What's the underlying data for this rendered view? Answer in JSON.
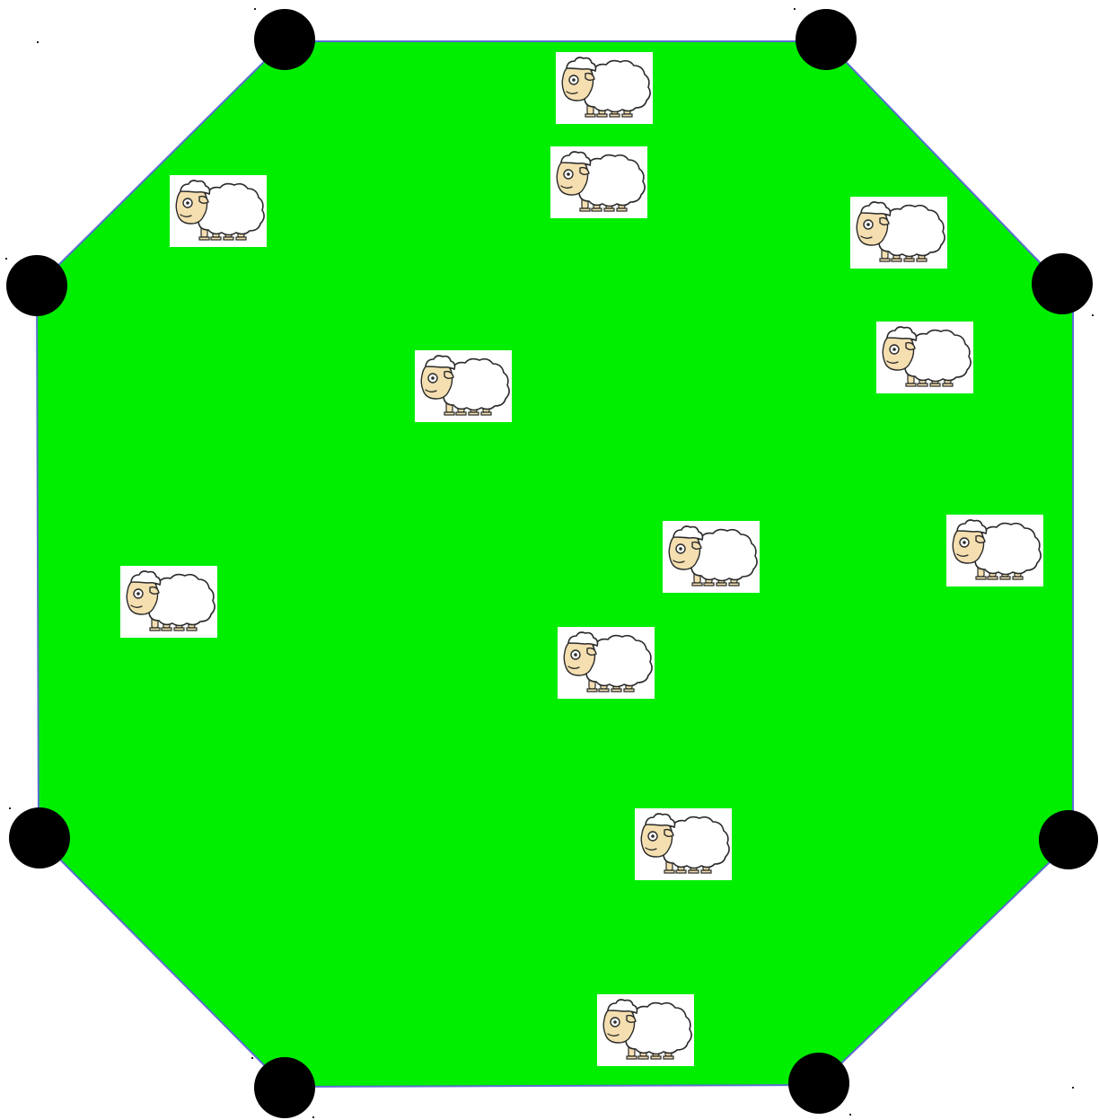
{
  "diagram": {
    "field_color": "#00ee00",
    "field_edge_color": "#5a6fd0",
    "post_color": "#000000",
    "background_color": "#ffffff",
    "field_shape": "octagon",
    "post_count": 8,
    "sheep_count": 12,
    "sheep_icon": "sheep-icon",
    "post_icon": "fence-post-dot"
  }
}
